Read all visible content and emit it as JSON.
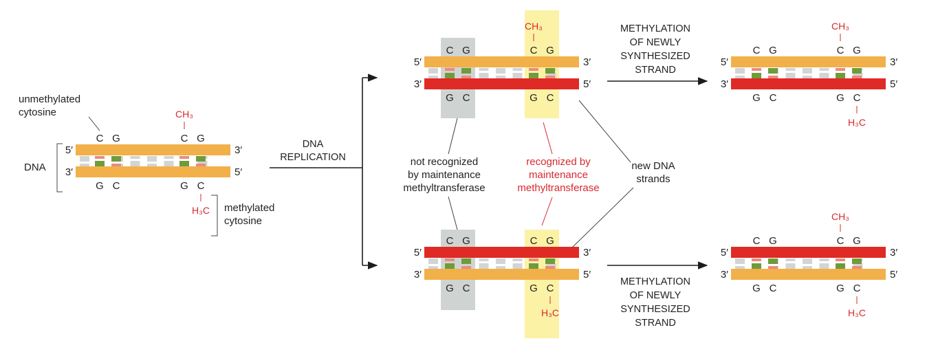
{
  "colors": {
    "orange_strand": "#f2b04a",
    "red_strand": "#e02a26",
    "green_base": "#6f9c3a",
    "pink_base": "#ec8a80",
    "gray_base": "#d3d4d4",
    "gray_highlight": "#cfd4d2",
    "yellow_highlight": "#fbf2a6",
    "methyl_text": "#d7282f",
    "text": "#222222",
    "arrow": "#1c1c1c"
  },
  "labels": {
    "unmethylated_l1": "unmethylated",
    "unmethylated_l2": "cytosine",
    "dna": "DNA",
    "methylated_l1": "methylated",
    "methylated_l2": "cytosine",
    "replication_l1": "DNA",
    "replication_l2": "REPLICATION",
    "not_recognized_l1": "not recognized",
    "not_recognized_l2": "by maintenance",
    "not_recognized_l3": "methyltransferase",
    "recognized_l1": "recognized by",
    "recognized_l2": "maintenance",
    "recognized_l3": "methyltransferase",
    "new_strands_l1": "new DNA",
    "new_strands_l2": "strands",
    "meth_top_l1": "METHYLATION",
    "meth_top_l2": "OF NEWLY",
    "meth_top_l3": "SYNTHESIZED",
    "meth_top_l4": "STRAND",
    "meth_bot_l1": "METHYLATION",
    "meth_bot_l2": "OF NEWLY",
    "meth_bot_l3": "SYNTHESIZED",
    "meth_bot_l4": "STRAND"
  },
  "nt": {
    "five": "5′",
    "three": "3′",
    "c": "C",
    "g": "G",
    "ch3": "CH₃",
    "h3c": "H₃C",
    "bond": "|"
  }
}
